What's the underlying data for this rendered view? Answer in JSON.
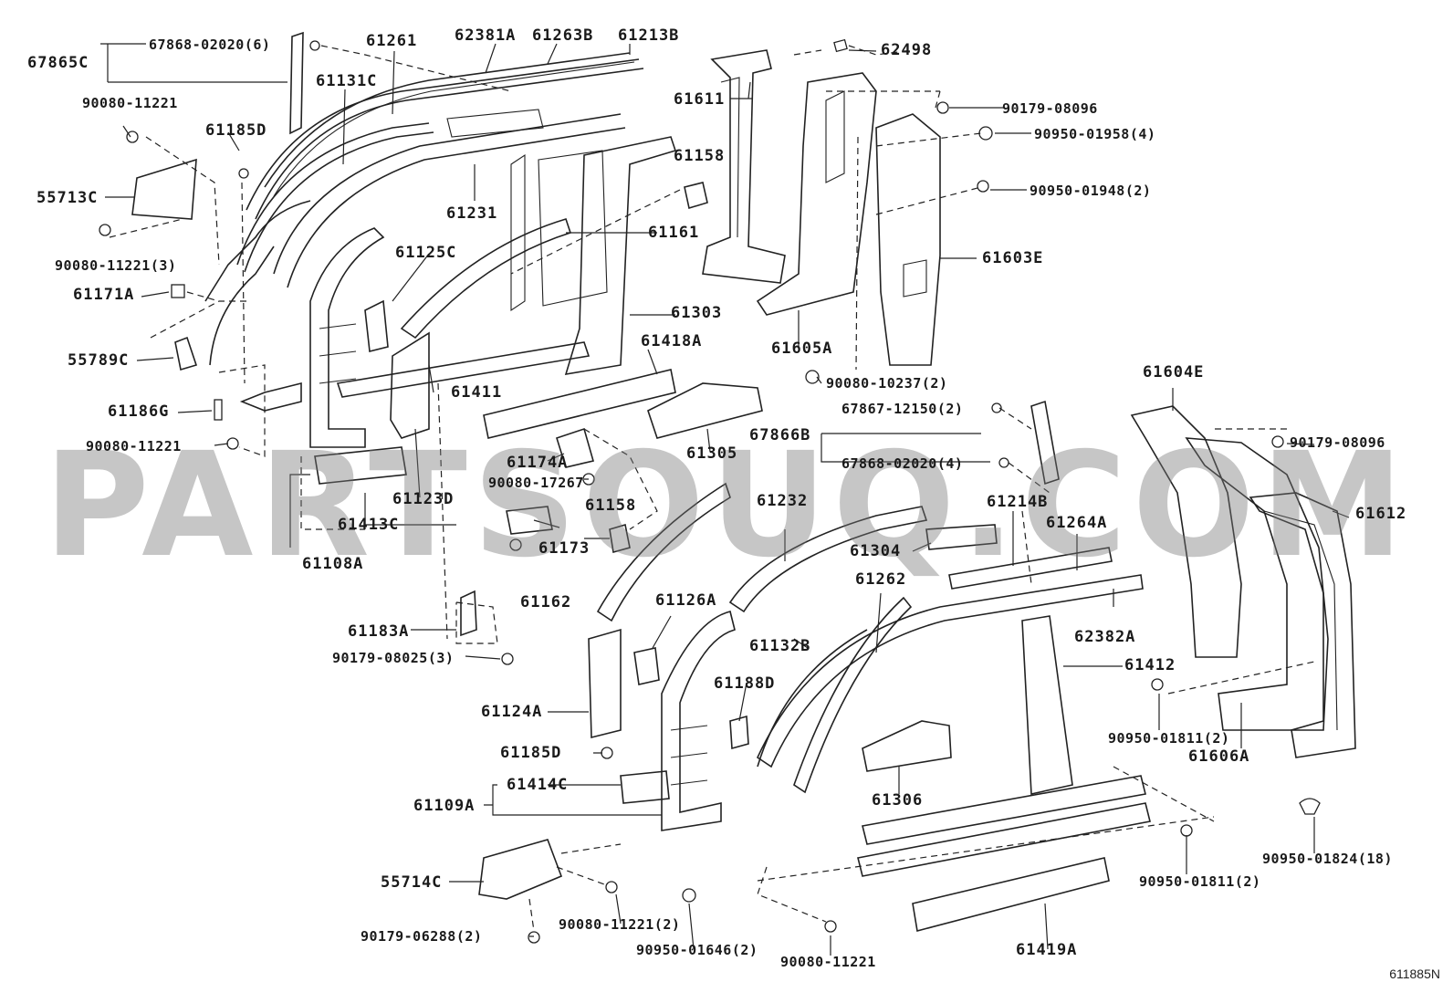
{
  "watermark": "PARTSOUQ.COM",
  "figure_id": "611885N",
  "labels": {
    "l67865C": "67865C",
    "l67868_02020_6": "67868-02020(6)",
    "l61261": "61261",
    "l62381A": "62381A",
    "l61263B": "61263B",
    "l61213B": "61213B",
    "l62498": "62498",
    "l61611": "61611",
    "l90179_08096_a": "90179-08096",
    "l90950_01958_4": "90950-01958(4)",
    "l90950_01948_2": "90950-01948(2)",
    "l61603E": "61603E",
    "l61131C": "61131C",
    "l90080_11221_a": "90080-11221",
    "l61185D_a": "61185D",
    "l61158_a": "61158",
    "l55713C": "55713C",
    "l61231": "61231",
    "l61161": "61161",
    "l90080_11221_3": "90080-11221(3)",
    "l61125C": "61125C",
    "l61171A": "61171A",
    "l61303": "61303",
    "l61605A": "61605A",
    "l55789C": "55789C",
    "l61418A": "61418A",
    "l61411": "61411",
    "l90080_10237_2": "90080-10237(2)",
    "l61604E": "61604E",
    "l61186G": "61186G",
    "l67867_12150_2": "67867-12150(2)",
    "l67866B": "67866B",
    "l90080_11221_b": "90080-11221",
    "l61305": "61305",
    "l61174A": "61174A",
    "l67868_02020_4": "67868-02020(4)",
    "l90179_08096_b": "90179-08096",
    "l90080_17267": "90080-17267",
    "l61123D": "61123D",
    "l61413C": "61413C",
    "l61158_b": "61158",
    "l61232": "61232",
    "l61214B": "61214B",
    "l61264A": "61264A",
    "l61612": "61612",
    "l61173": "61173",
    "l61304": "61304",
    "l61108A": "61108A",
    "l61262": "61262",
    "l61162": "61162",
    "l61126A": "61126A",
    "l62382A": "62382A",
    "l61183A": "61183A",
    "l61132B": "61132B",
    "l61412": "61412",
    "l90179_08025_3": "90179-08025(3)",
    "l61188D": "61188D",
    "l61124A": "61124A",
    "l90950_01811_2a": "90950-01811(2)",
    "l61606A": "61606A",
    "l61185D_b": "61185D",
    "l61414C": "61414C",
    "l61306": "61306",
    "l61109A": "61109A",
    "l90950_01824_18": "90950-01824(18)",
    "l90950_01811_2b": "90950-01811(2)",
    "l55714C": "55714C",
    "l90080_11221_2": "90080-11221(2)",
    "l90179_06288_2": "90179-06288(2)",
    "l90950_01646_2": "90950-01646(2)",
    "l90080_11221_c": "90080-11221",
    "l61419A": "61419A"
  }
}
